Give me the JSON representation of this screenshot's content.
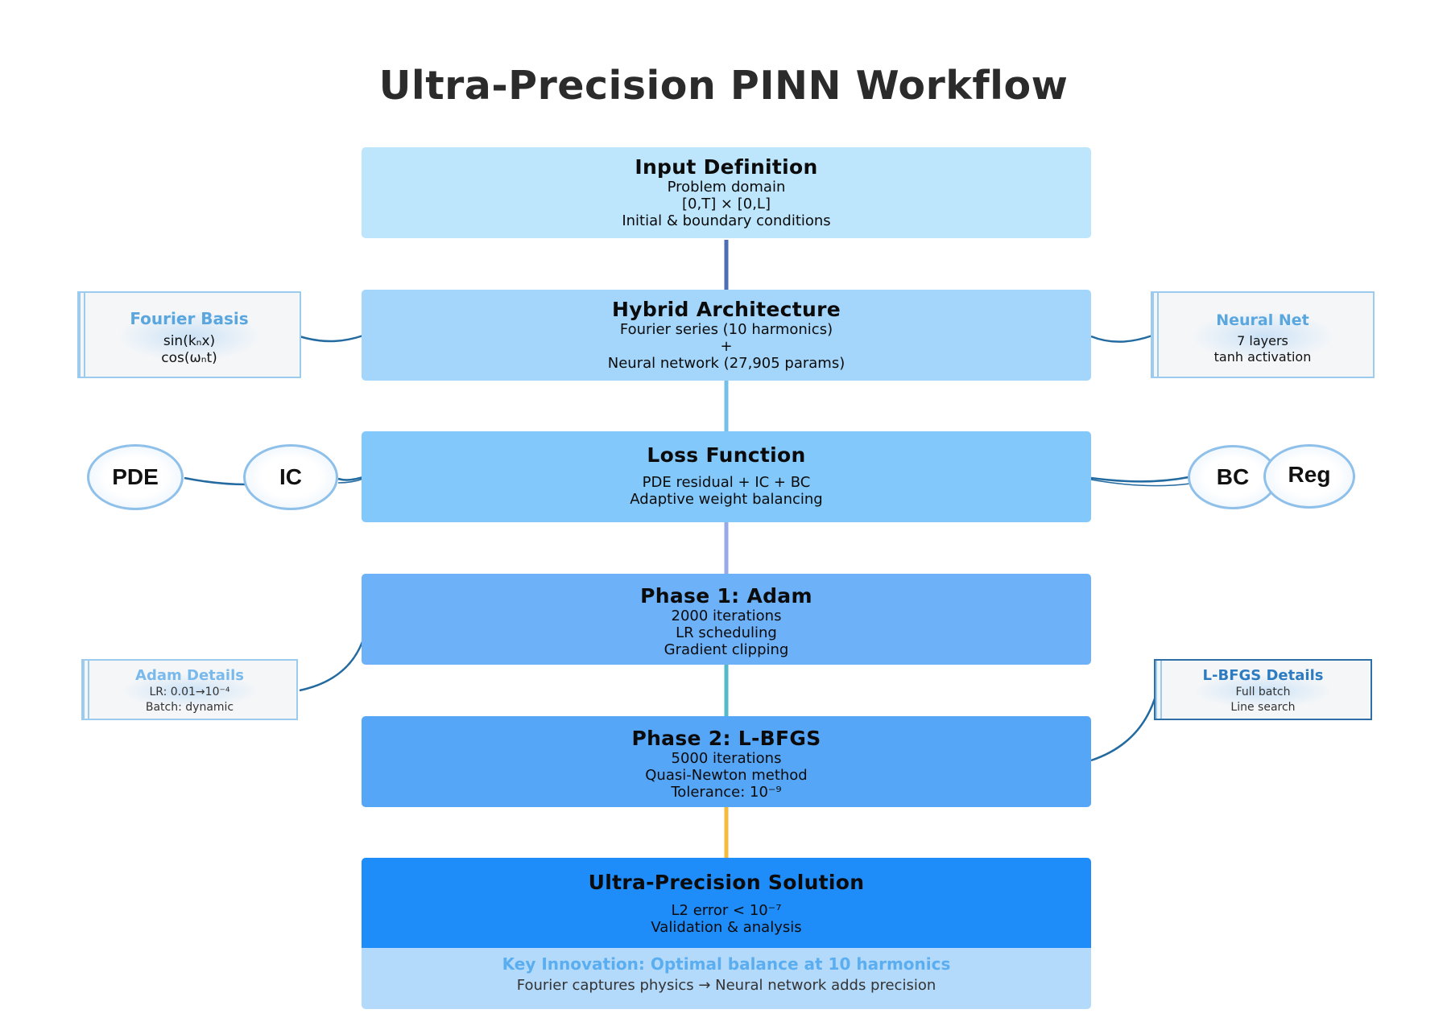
{
  "title": "Ultra-Precision PINN Workflow",
  "colors": {
    "step1": "#bde6fd",
    "step2": "#a4d6fb",
    "step3": "#82c8fb",
    "step4": "#6db1f9",
    "step5": "#56a6f8",
    "step6": "#1e8cf9",
    "connector_input": "#4d6db5",
    "connector_arch": "#74c0e8",
    "connector_loss": "#97a9e6",
    "connector_phase": "#56b9c9",
    "connector_final": "#f5bb3c",
    "side_link": "#236aa0"
  },
  "steps": [
    {
      "title": "Input Definition",
      "lines": [
        "Problem domain",
        "[0,T] × [0,L]",
        "Initial & boundary conditions"
      ]
    },
    {
      "title": "Hybrid Architecture",
      "lines": [
        "Fourier series (10 harmonics)",
        "+",
        "Neural network (27,905 params)"
      ]
    },
    {
      "title": "Loss Function",
      "lines": [
        "PDE residual + IC + BC",
        "Adaptive weight balancing"
      ]
    },
    {
      "title": "Phase 1: Adam",
      "lines": [
        "2000 iterations",
        "LR scheduling",
        "Gradient clipping"
      ]
    },
    {
      "title": "Phase 2: L-BFGS",
      "lines": [
        "5000 iterations",
        "Quasi-Newton method",
        "Tolerance: 10⁻⁹"
      ]
    },
    {
      "title": "Ultra-Precision Solution",
      "lines": [
        "L2 error < 10⁻⁷",
        "Validation & analysis"
      ]
    }
  ],
  "side_boxes": {
    "fourier": {
      "title": "Fourier Basis",
      "lines": [
        "sin(kₙx)",
        "cos(ωₙt)"
      ]
    },
    "neural": {
      "title": "Neural Net",
      "lines": [
        "7 layers",
        "tanh activation"
      ]
    },
    "adam": {
      "title": "Adam Details",
      "lines": [
        "LR: 0.01→10⁻⁴",
        "Batch: dynamic"
      ]
    },
    "lbfgs": {
      "title": "L-BFGS Details",
      "lines": [
        "Full batch",
        "Line search"
      ]
    }
  },
  "loss_terms": [
    "PDE",
    "IC",
    "BC",
    "Reg"
  ],
  "footer": {
    "title": "Key Innovation: Optimal balance at 10 harmonics",
    "text": "Fourier captures physics → Neural network adds precision"
  }
}
